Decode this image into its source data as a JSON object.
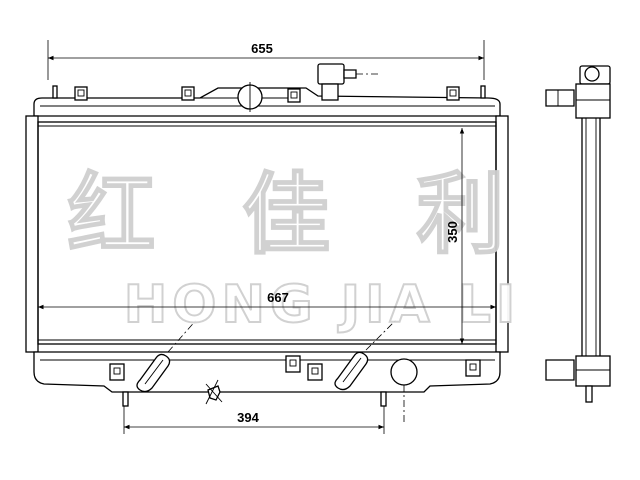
{
  "dimensions": {
    "top_width": "655",
    "core_height": "350",
    "core_width": "667",
    "pipe_spacing": "394"
  },
  "watermark": {
    "chinese": "红 佳 利",
    "latin": "HONG JIA LI"
  }
}
